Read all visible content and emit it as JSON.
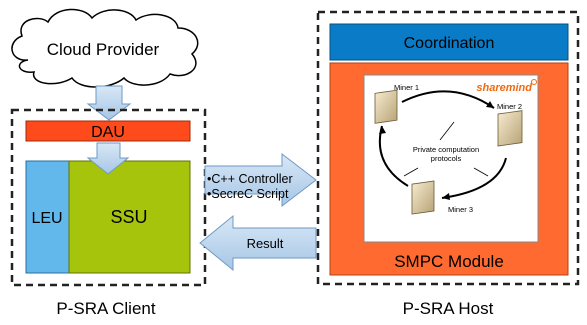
{
  "cloud": {
    "label": "Cloud Provider"
  },
  "client": {
    "dau_label": "DAU",
    "leu_label": "LEU",
    "ssu_label": "SSU",
    "caption": "P-SRA Client"
  },
  "host": {
    "coordination_label": "Coordination",
    "smpc_label": "SMPC Module",
    "caption": "P-SRA Host",
    "logo_text": "sharemind",
    "miners": [
      "Miner 1",
      "Miner 2",
      "Miner 3"
    ],
    "protocols_label": [
      "Private computation",
      "protocols"
    ]
  },
  "arrows": {
    "request_lines": [
      "•C++ Controller",
      "•SecreC Script"
    ],
    "result_label": "Result"
  },
  "colors": {
    "dau": "#ff4a1c",
    "leu": "#62b8ea",
    "ssu": "#a7c40c",
    "coordination": "#0a7bc6",
    "smpc": "#ff6a30",
    "arrow_fill": "#bcd6ee",
    "arrow_stroke": "#6e99c4"
  }
}
